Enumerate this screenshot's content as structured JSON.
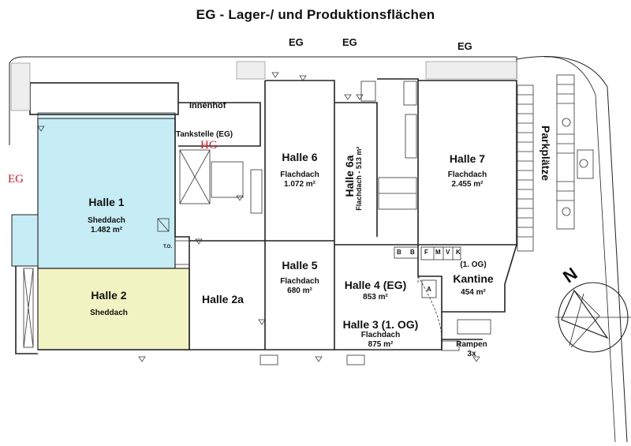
{
  "title": "EG - Lager-/ und Produktionsflächen",
  "floor_tags": {
    "top_left": "EG",
    "top_middle": "EG",
    "top_right": "EG",
    "left_red": "EG",
    "hg": "HG"
  },
  "areas": {
    "innenhof": "Innenhof",
    "tankstelle": "Tankstelle (EG)",
    "parkplaetze": "Parkplätze",
    "kantine_og": "(1. OG)",
    "kantine": "Kantine",
    "kantine_size": "454 m²",
    "rampen": "Rampen",
    "rampen_count": "3x"
  },
  "halls": {
    "h1": {
      "name": "Halle 1",
      "roof": "Sheddach",
      "size": "1.482 m²"
    },
    "h2": {
      "name": "Halle 2",
      "roof": "Sheddach"
    },
    "h2a": {
      "name": "Halle 2a"
    },
    "h6": {
      "name": "Halle 6",
      "roof": "Flachdach",
      "size": "1.072 m²"
    },
    "h6a": {
      "name": "Halle 6a",
      "roof_size": "Flachdach - 513 m²"
    },
    "h7": {
      "name": "Halle 7",
      "roof": "Flachdach",
      "size": "2.455 m²"
    },
    "h5": {
      "name": "Halle 5",
      "roof": "Flachdach",
      "size": "680 m²"
    },
    "h4": {
      "name": "Halle 4 (EG)",
      "size": "853 m²"
    },
    "h3": {
      "name": "Halle 3 (1. OG)",
      "roof": "Flachdach",
      "size": "875 m²"
    }
  },
  "small_labels": {
    "b1": "B",
    "b2": "B",
    "f": "F",
    "m": "M",
    "v": "V",
    "k": "K",
    "to": "T.O.",
    "a": "A"
  },
  "compass": {
    "letter": "N"
  },
  "colors": {
    "halle1": "#c6ecf5",
    "halle2": "#f2f3c2",
    "line": "#222222",
    "hg_red": "#c8202a"
  }
}
